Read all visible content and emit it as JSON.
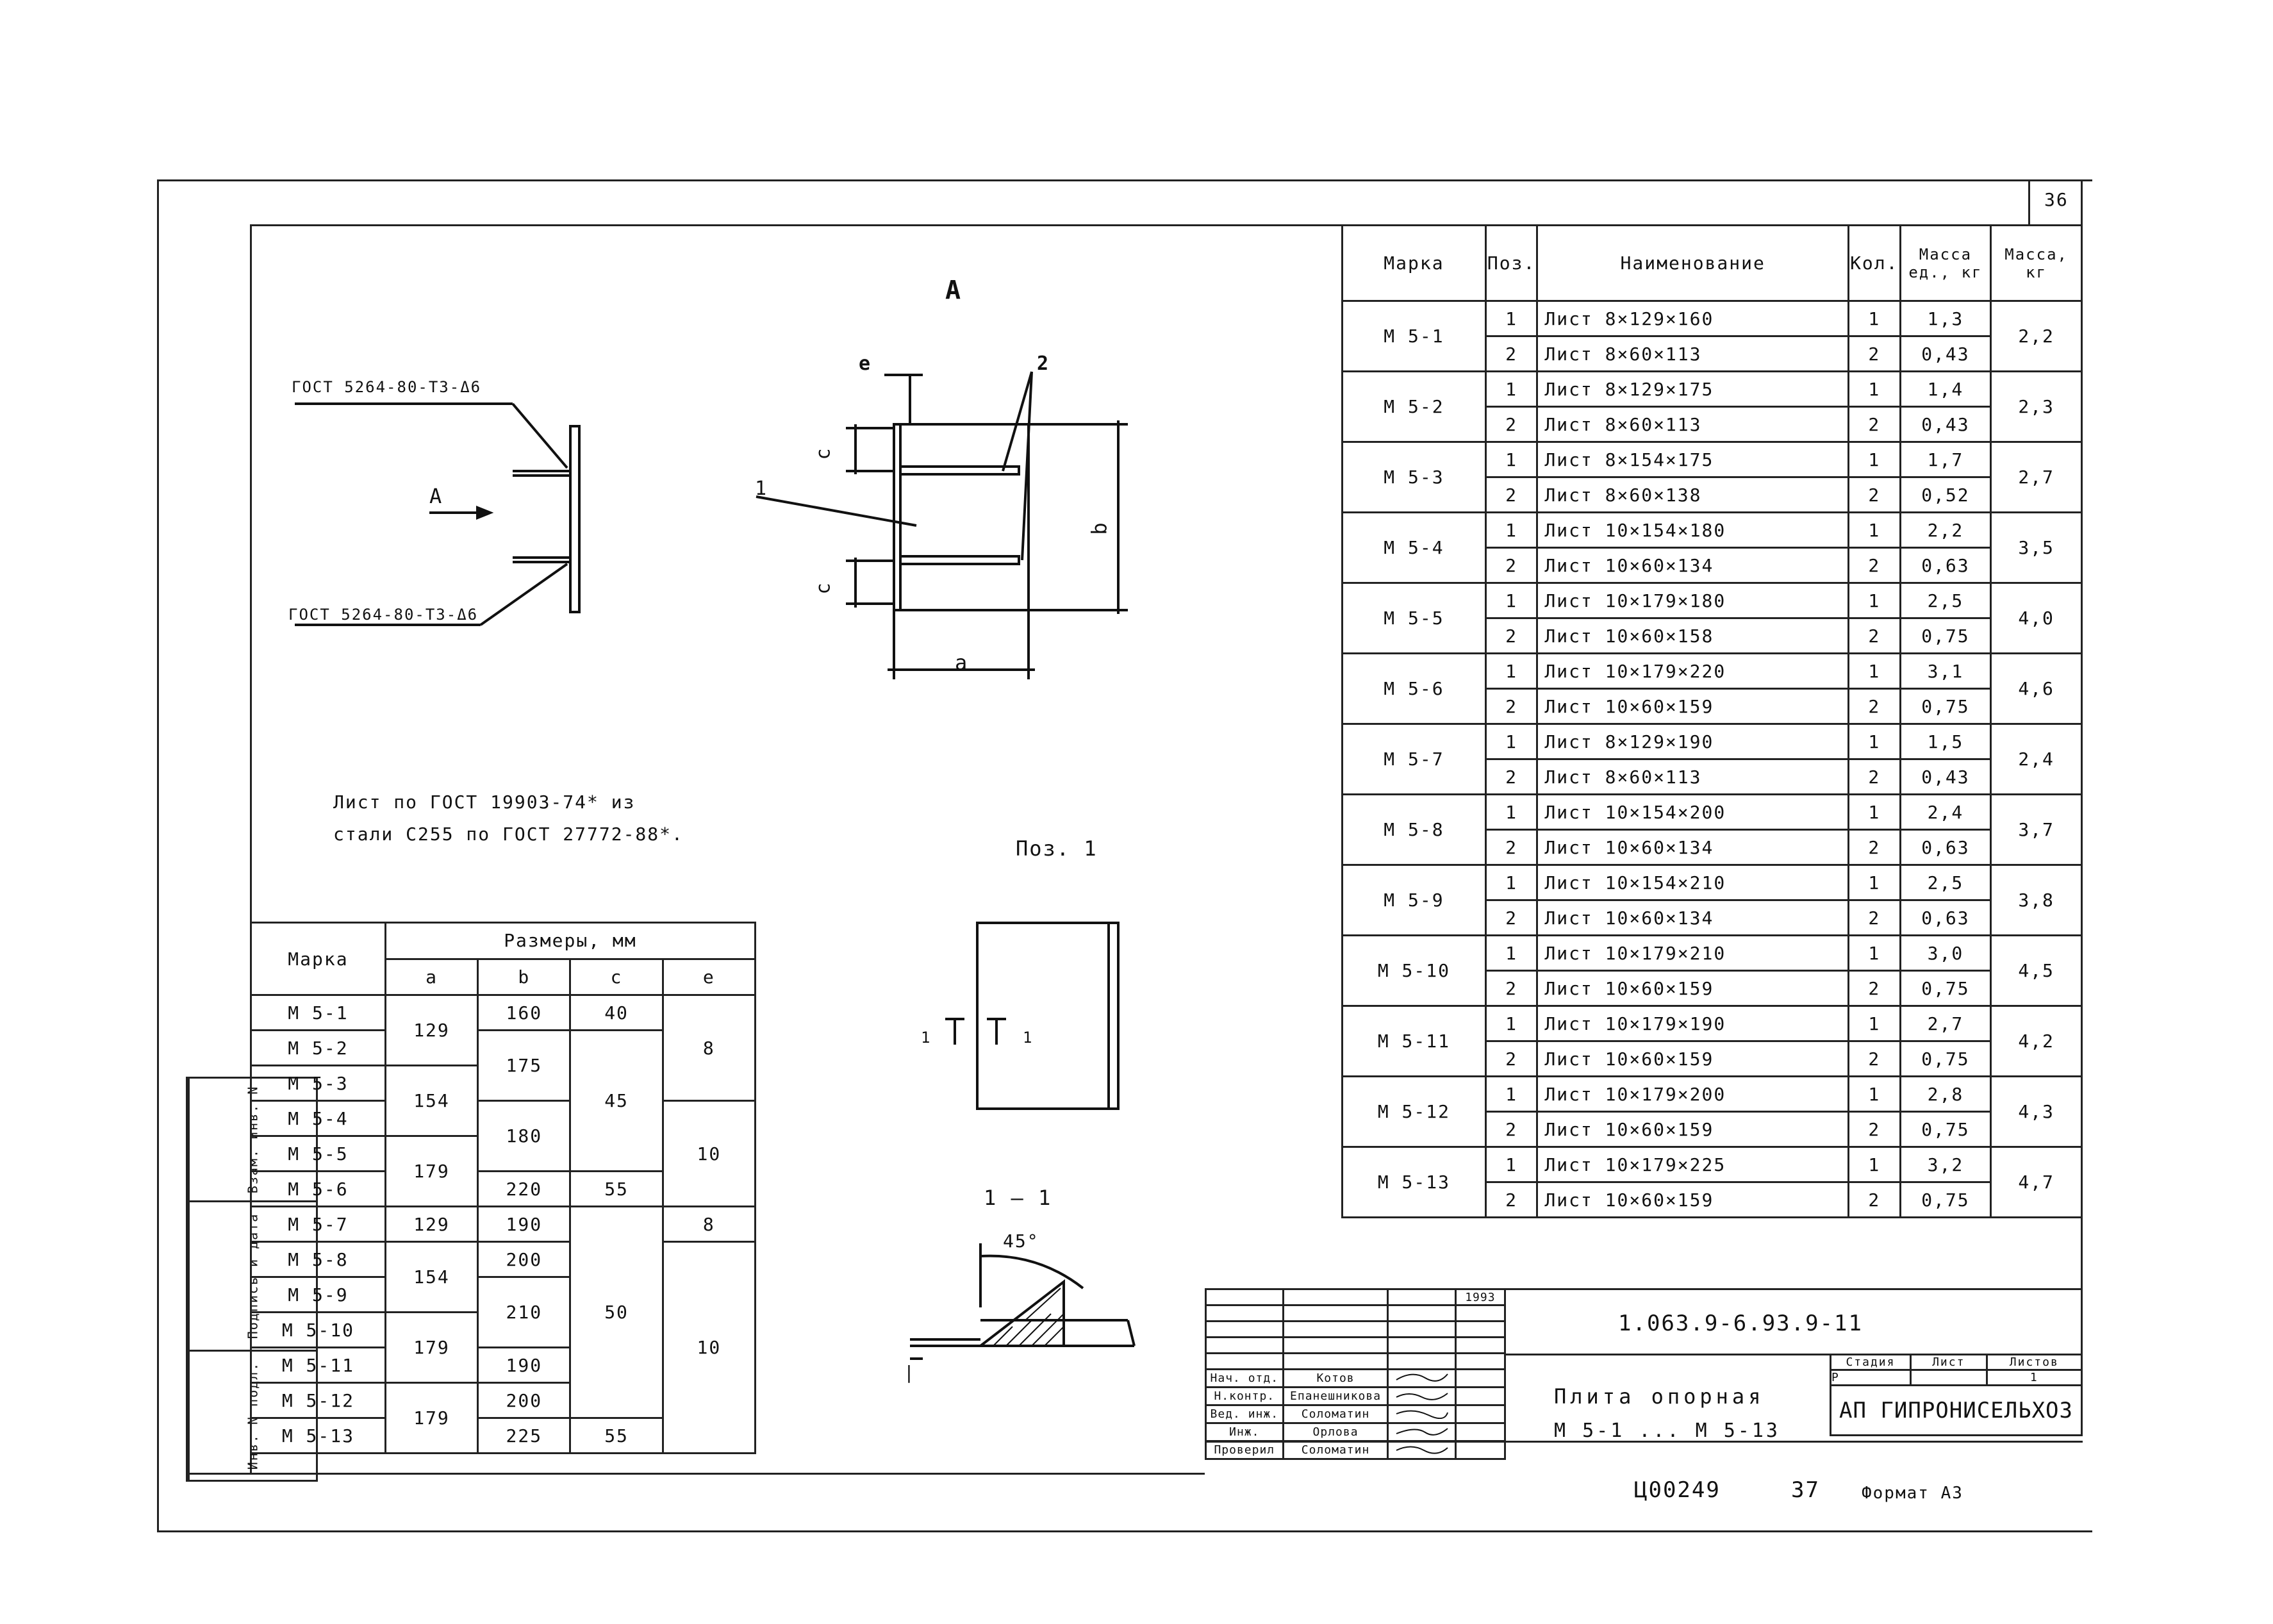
{
  "sheet_number": "36",
  "view_a": {
    "label": "A",
    "weld_top": "ГОСТ 5264-80-Т3-Δ6",
    "weld_bottom": "ГОСТ 5264-80-Т3-Δ6",
    "arrow_label": "A",
    "dim_e": "e",
    "dim_c_top": "c",
    "dim_c_bottom": "c",
    "dim_b": "b",
    "dim_a": "a",
    "pos_1": "1",
    "pos_2": "2"
  },
  "note_line1": "Лист по ГОСТ 19903-74* из",
  "note_line2": "стали С255 по ГОСТ 27772-88*.",
  "pos1_label": "Поз. 1",
  "pos1_section_left": "1",
  "pos1_section_right": "1",
  "section_label": "1 — 1",
  "section_angle": "45°",
  "dim_table": {
    "header_mark": "Марка",
    "header_sizes": "Размеры, мм",
    "col_a": "a",
    "col_b": "b",
    "col_c": "c",
    "col_e": "e",
    "rows": [
      {
        "mark": "М 5-1"
      },
      {
        "mark": "М 5-2"
      },
      {
        "mark": "М 5-3"
      },
      {
        "mark": "М 5-4"
      },
      {
        "mark": "М 5-5"
      },
      {
        "mark": "М 5-6"
      },
      {
        "mark": "М 5-7"
      },
      {
        "mark": "М 5-8"
      },
      {
        "mark": "М 5-9"
      },
      {
        "mark": "М 5-10"
      },
      {
        "mark": "М 5-11"
      },
      {
        "mark": "М 5-12"
      },
      {
        "mark": "М 5-13"
      }
    ],
    "a_vals": [
      "129",
      "154",
      "179",
      "129",
      "154",
      "179",
      "179"
    ],
    "b_vals": [
      "160",
      "175",
      "180",
      "220",
      "190",
      "200",
      "210",
      "190",
      "200",
      "225"
    ],
    "c_vals": [
      "40",
      "45",
      "55",
      "50",
      "55"
    ],
    "e_vals": [
      "8",
      "10",
      "8",
      "10"
    ]
  },
  "side_stamp": {
    "s1": "Инв. N подл.",
    "s2": "Подпись и дата",
    "s3": "Взам. инв. N"
  },
  "spec_table": {
    "h_mark": "Марка",
    "h_pos": "Поз.",
    "h_name": "Наименование",
    "h_qty": "Кол.",
    "h_unit_mass": "Масса ед., кг",
    "h_mass": "Масса, кг",
    "rows": [
      {
        "mark": "М 5-1",
        "mass": "2,2",
        "items": [
          {
            "pos": "1",
            "name": "Лист 8×129×160",
            "qty": "1",
            "unit": "1,3"
          },
          {
            "pos": "2",
            "name": "Лист 8×60×113",
            "qty": "2",
            "unit": "0,43"
          }
        ]
      },
      {
        "mark": "М 5-2",
        "mass": "2,3",
        "items": [
          {
            "pos": "1",
            "name": "Лист 8×129×175",
            "qty": "1",
            "unit": "1,4"
          },
          {
            "pos": "2",
            "name": "Лист 8×60×113",
            "qty": "2",
            "unit": "0,43"
          }
        ]
      },
      {
        "mark": "М 5-3",
        "mass": "2,7",
        "items": [
          {
            "pos": "1",
            "name": "Лист 8×154×175",
            "qty": "1",
            "unit": "1,7"
          },
          {
            "pos": "2",
            "name": "Лист 8×60×138",
            "qty": "2",
            "unit": "0,52"
          }
        ]
      },
      {
        "mark": "М 5-4",
        "mass": "3,5",
        "items": [
          {
            "pos": "1",
            "name": "Лист 10×154×180",
            "qty": "1",
            "unit": "2,2"
          },
          {
            "pos": "2",
            "name": "Лист 10×60×134",
            "qty": "2",
            "unit": "0,63"
          }
        ]
      },
      {
        "mark": "М 5-5",
        "mass": "4,0",
        "items": [
          {
            "pos": "1",
            "name": "Лист 10×179×180",
            "qty": "1",
            "unit": "2,5"
          },
          {
            "pos": "2",
            "name": "Лист 10×60×158",
            "qty": "2",
            "unit": "0,75"
          }
        ]
      },
      {
        "mark": "М 5-6",
        "mass": "4,6",
        "items": [
          {
            "pos": "1",
            "name": "Лист 10×179×220",
            "qty": "1",
            "unit": "3,1"
          },
          {
            "pos": "2",
            "name": "Лист 10×60×159",
            "qty": "2",
            "unit": "0,75"
          }
        ]
      },
      {
        "mark": "М 5-7",
        "mass": "2,4",
        "items": [
          {
            "pos": "1",
            "name": "Лист 8×129×190",
            "qty": "1",
            "unit": "1,5"
          },
          {
            "pos": "2",
            "name": "Лист 8×60×113",
            "qty": "2",
            "unit": "0,43"
          }
        ]
      },
      {
        "mark": "М 5-8",
        "mass": "3,7",
        "items": [
          {
            "pos": "1",
            "name": "Лист 10×154×200",
            "qty": "1",
            "unit": "2,4"
          },
          {
            "pos": "2",
            "name": "Лист 10×60×134",
            "qty": "2",
            "unit": "0,63"
          }
        ]
      },
      {
        "mark": "М 5-9",
        "mass": "3,8",
        "items": [
          {
            "pos": "1",
            "name": "Лист 10×154×210",
            "qty": "1",
            "unit": "2,5"
          },
          {
            "pos": "2",
            "name": "Лист 10×60×134",
            "qty": "2",
            "unit": "0,63"
          }
        ]
      },
      {
        "mark": "М 5-10",
        "mass": "4,5",
        "items": [
          {
            "pos": "1",
            "name": "Лист 10×179×210",
            "qty": "1",
            "unit": "3,0"
          },
          {
            "pos": "2",
            "name": "Лист 10×60×159",
            "qty": "2",
            "unit": "0,75"
          }
        ]
      },
      {
        "mark": "М 5-11",
        "mass": "4,2",
        "items": [
          {
            "pos": "1",
            "name": "Лист 10×179×190",
            "qty": "1",
            "unit": "2,7"
          },
          {
            "pos": "2",
            "name": "Лист 10×60×159",
            "qty": "2",
            "unit": "0,75"
          }
        ]
      },
      {
        "mark": "М 5-12",
        "mass": "4,3",
        "items": [
          {
            "pos": "1",
            "name": "Лист 10×179×200",
            "qty": "1",
            "unit": "2,8"
          },
          {
            "pos": "2",
            "name": "Лист 10×60×159",
            "qty": "2",
            "unit": "0,75"
          }
        ]
      },
      {
        "mark": "М 5-13",
        "mass": "4,7",
        "items": [
          {
            "pos": "1",
            "name": "Лист 10×179×225",
            "qty": "1",
            "unit": "3,2"
          },
          {
            "pos": "2",
            "name": "Лист 10×60×159",
            "qty": "2",
            "unit": "0,75"
          }
        ]
      }
    ]
  },
  "title_block": {
    "year": "1993",
    "code": "1.063.9-6.93.9-11",
    "roles": [
      {
        "role": "Нач. отд.",
        "name": "Котов"
      },
      {
        "role": "Н.контр.",
        "name": "Епанешникова"
      },
      {
        "role": "Вед. инж.",
        "name": "Соломатин"
      },
      {
        "role": "Инж.",
        "name": "Орлова"
      },
      {
        "role": "Проверил",
        "name": "Соломатин"
      }
    ],
    "title1": "Плита опорная",
    "title2": "М 5-1 ... М 5-13",
    "h_stage": "Стадия",
    "h_sheet": "Лист",
    "h_sheets": "Листов",
    "stage": "Р",
    "sheets": "1",
    "org": "АП ГИПРОНИСЕЛЬХОЗ",
    "archive": "Ц00249",
    "archive_page": "37",
    "format": "Формат А3"
  }
}
